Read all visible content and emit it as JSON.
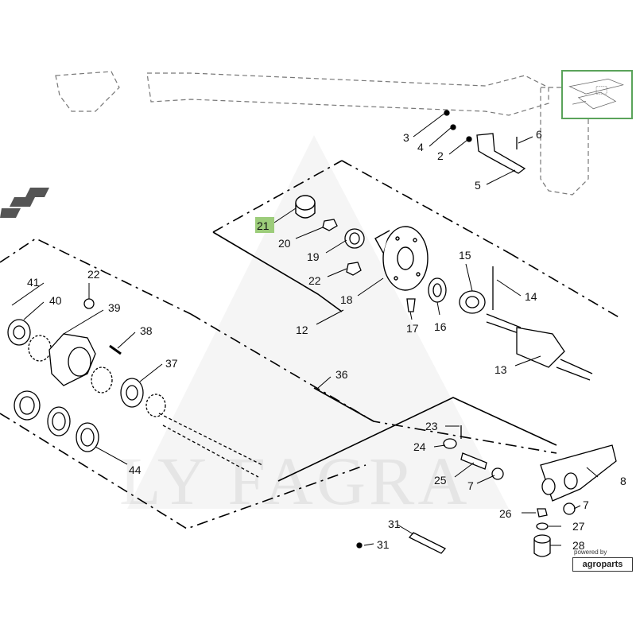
{
  "watermark": "LY FAGRA",
  "brand": {
    "powered_by": "powered by",
    "name": "agroparts"
  },
  "highlight_color": "#9ccc7a",
  "labels": [
    {
      "id": "21",
      "text": "21",
      "highlight": true
    },
    {
      "id": "20",
      "text": "20"
    },
    {
      "id": "19",
      "text": "19"
    },
    {
      "id": "22a",
      "text": "22"
    },
    {
      "id": "22b",
      "text": "22"
    },
    {
      "id": "18",
      "text": "18"
    },
    {
      "id": "17",
      "text": "17"
    },
    {
      "id": "16",
      "text": "16"
    },
    {
      "id": "15",
      "text": "15"
    },
    {
      "id": "14",
      "text": "14"
    },
    {
      "id": "13",
      "text": "13"
    },
    {
      "id": "12",
      "text": "12"
    },
    {
      "id": "3",
      "text": "3"
    },
    {
      "id": "4",
      "text": "4"
    },
    {
      "id": "2",
      "text": "2"
    },
    {
      "id": "6",
      "text": "6"
    },
    {
      "id": "5",
      "text": "5"
    },
    {
      "id": "41",
      "text": "41"
    },
    {
      "id": "40",
      "text": "40"
    },
    {
      "id": "39",
      "text": "39"
    },
    {
      "id": "38",
      "text": "38"
    },
    {
      "id": "37",
      "text": "37"
    },
    {
      "id": "36",
      "text": "36"
    },
    {
      "id": "44",
      "text": "44"
    },
    {
      "id": "23",
      "text": "23"
    },
    {
      "id": "24",
      "text": "24"
    },
    {
      "id": "25",
      "text": "25"
    },
    {
      "id": "7a",
      "text": "7"
    },
    {
      "id": "7b",
      "text": "7"
    },
    {
      "id": "8",
      "text": "8"
    },
    {
      "id": "26",
      "text": "26"
    },
    {
      "id": "27",
      "text": "27"
    },
    {
      "id": "28",
      "text": "28"
    },
    {
      "id": "31a",
      "text": "31"
    },
    {
      "id": "31b",
      "text": "31"
    }
  ]
}
